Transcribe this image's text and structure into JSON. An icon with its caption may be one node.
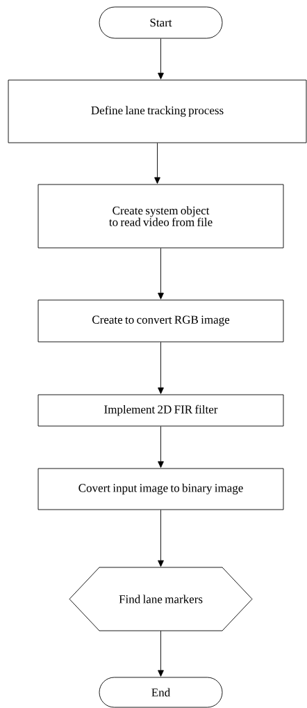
{
  "diagram": {
    "nodes": [
      {
        "text": [
          "Start"
        ]
      },
      {
        "text": [
          "Define lane tracking process"
        ]
      },
      {
        "text": [
          "Create system object to read video from file"
        ]
      },
      {
        "text": [
          "Create to convert RGB image"
        ]
      },
      {
        "text": [
          "Implement 2D FIR filter"
        ]
      },
      {
        "text": [
          "Covert input image to binary image"
        ]
      },
      {
        "text": [
          "Find lane markers"
        ]
      },
      {
        "text": [
          "End"
        ]
      }
    ],
    "edges": [
      {
        "from": 0,
        "to": 1,
        "arrow": "to"
      },
      {
        "from": 1,
        "to": 2,
        "arrow": "to"
      },
      {
        "from": 2,
        "to": 3,
        "arrow": "to"
      },
      {
        "from": 3,
        "to": 4,
        "arrow": "to"
      },
      {
        "from": 4,
        "to": 5,
        "arrow": "to"
      },
      {
        "from": 5,
        "to": 6,
        "arrow": "to"
      },
      {
        "from": 6,
        "to": 7,
        "arrow": "to"
      }
    ]
  }
}
